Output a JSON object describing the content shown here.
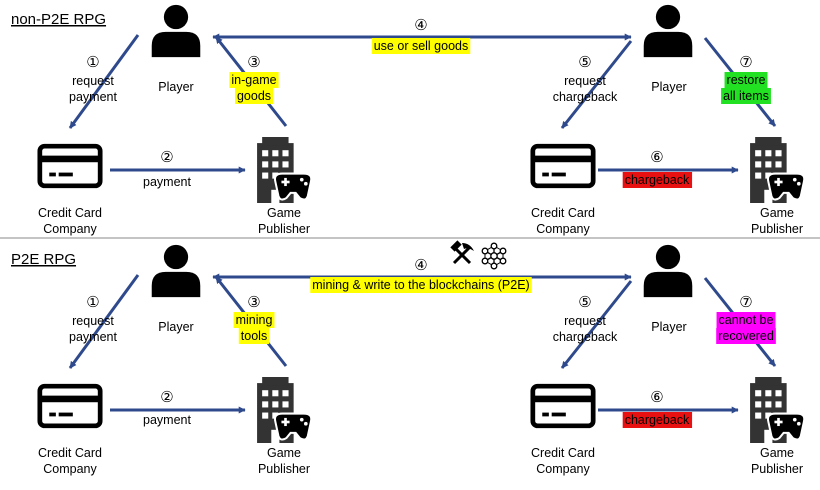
{
  "colors": {
    "arrow": "#2F4A8C",
    "icon": "#000000",
    "building": "#333333",
    "hl_yellow": "#FFFF00",
    "hl_green": "#22E022",
    "hl_red": "#E81010",
    "hl_magenta": "#FF00FF",
    "divider": "#888888"
  },
  "top": {
    "title": "non-P2E RPG",
    "player_left": "Player",
    "player_right": "Player",
    "cc_left": [
      "Credit Card",
      "Company"
    ],
    "cc_right": [
      "Credit Card",
      "Company"
    ],
    "gp_left": [
      "Game",
      "Publisher"
    ],
    "gp_right": [
      "Game",
      "Publisher"
    ],
    "s1": {
      "num": "①",
      "label": [
        "request",
        "payment"
      ]
    },
    "s2": {
      "num": "②",
      "label": [
        "payment"
      ]
    },
    "s3": {
      "num": "③",
      "label": [
        "in-game",
        "goods"
      ]
    },
    "s4": {
      "num": "④",
      "label": [
        "use or sell goods"
      ]
    },
    "s5": {
      "num": "⑤",
      "label": [
        "request",
        "chargeback"
      ]
    },
    "s6": {
      "num": "⑥",
      "label": [
        "chargeback"
      ]
    },
    "s7": {
      "num": "⑦",
      "label": [
        "restore",
        "all items"
      ]
    }
  },
  "bottom": {
    "title": "P2E RPG",
    "player_left": "Player",
    "player_right": "Player",
    "cc_left": [
      "Credit Card",
      "Company"
    ],
    "cc_right": [
      "Credit Card",
      "Company"
    ],
    "gp_left": [
      "Game",
      "Publisher"
    ],
    "gp_right": [
      "Game",
      "Publisher"
    ],
    "s1": {
      "num": "①",
      "label": [
        "request",
        "payment"
      ]
    },
    "s2": {
      "num": "②",
      "label": [
        "payment"
      ]
    },
    "s3": {
      "num": "③",
      "label": [
        "mining",
        "tools"
      ]
    },
    "s4": {
      "num": "④",
      "label": [
        "mining & write to the blockchains (P2E)"
      ]
    },
    "s5": {
      "num": "⑤",
      "label": [
        "request",
        "chargeback"
      ]
    },
    "s6": {
      "num": "⑥",
      "label": [
        "chargeback"
      ]
    },
    "s7": {
      "num": "⑦",
      "label": [
        "cannot be",
        "recovered"
      ]
    },
    "step4_icons": [
      "hammer-pick-icon",
      "blockchain-network-icon"
    ]
  }
}
